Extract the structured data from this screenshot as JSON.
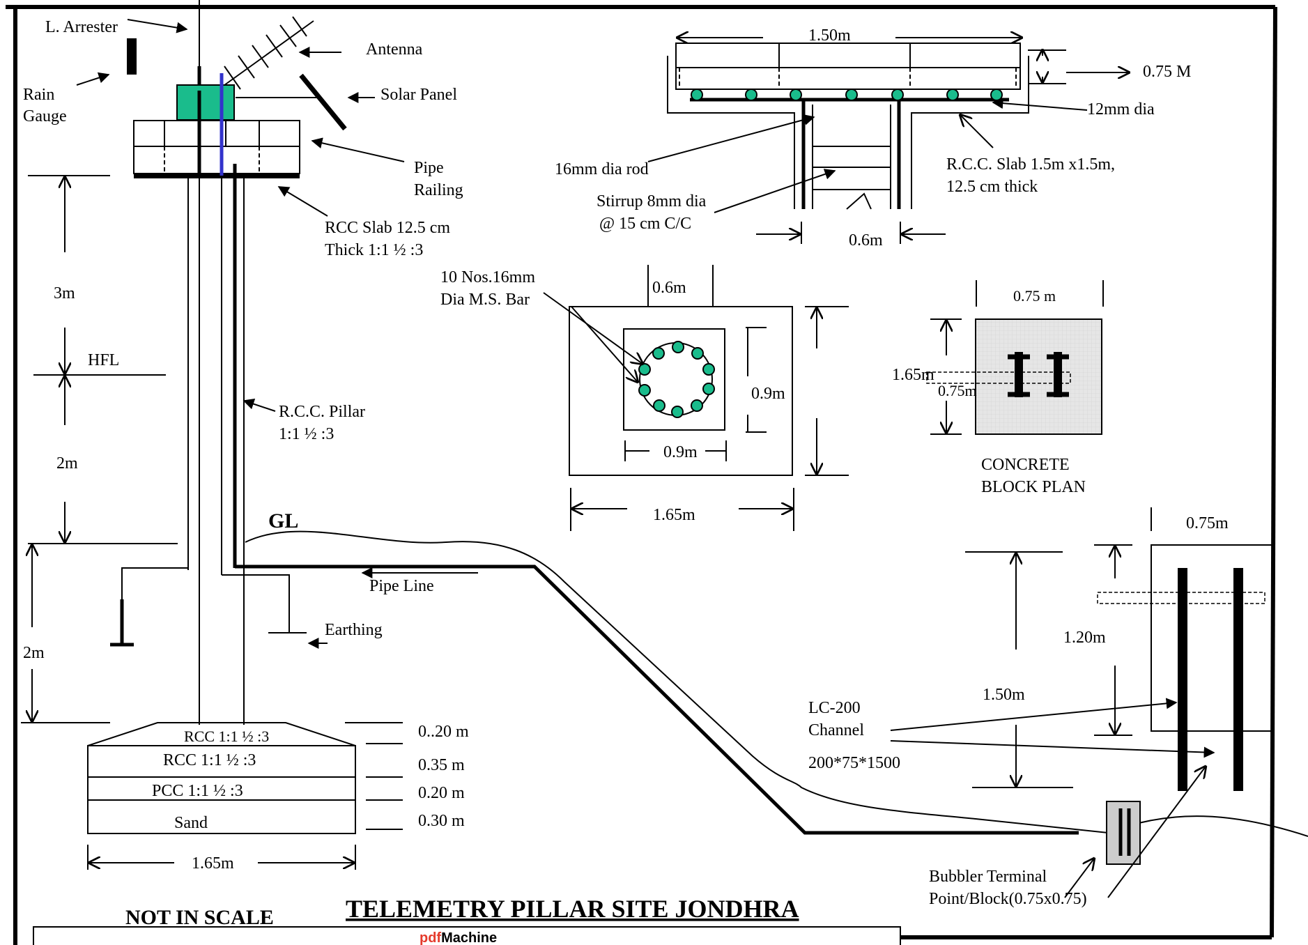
{
  "labels": {
    "l_arrester": "L. Arrester",
    "antenna": "Antenna",
    "rain": "Rain",
    "gauge": "Gauge",
    "solar_panel": "Solar Panel",
    "pipe": "Pipe",
    "railing": "Railing",
    "rcc_slab_1": "RCC Slab 12.5 cm",
    "rcc_slab_2": "Thick 1:1 ½ :3",
    "dim_3m": "3m",
    "hfl": "HFL",
    "dim_2m_a": "2m",
    "dim_2m_b": "2m",
    "pillar_1": "R.C.C. Pillar",
    "pillar_2": "1:1 ½ :3",
    "gl": "GL",
    "pipe_line": "Pipe Line",
    "earthing": "Earthing",
    "layer_rcc_top": "RCC 1:1 ½ :3",
    "layer_rcc": "RCC 1:1 ½ :3",
    "layer_pcc": "PCC 1:1 ½ :3",
    "layer_sand": "Sand",
    "t_020a": "0..20 m",
    "t_035": "0.35 m",
    "t_020b": "0.20 m",
    "t_030": "0.30 m",
    "found_width": "1.65m",
    "not_in_scale": "NOT IN SCALE",
    "title": "TELEMETRY PILLAR SITE JONDHRA",
    "slab_150": "1.50m",
    "slab_075": "0.75 M",
    "slab_12mm": "12mm dia",
    "slab_16mm": "16mm dia rod",
    "slab_rcc_1": "R.C.C. Slab 1.5m x1.5m,",
    "slab_rcc_2": "12.5 cm thick",
    "stirrup_1": "Stirrup 8mm dia",
    "stirrup_2": "@ 15 cm C/C",
    "slab_06": "0.6m",
    "bars_1": "10 Nos.16mm",
    "bars_2": "Dia  M.S. Bar",
    "plan_06": "0.6m",
    "plan_09v": "0.9m",
    "plan_09h": "0.9m",
    "plan_165": "1.65m",
    "cb_075": "0.75 m",
    "cb_165": "1.65m",
    "cb_075b": "0.75m",
    "cb_1": "CONCRETE",
    "cb_2": "BLOCK PLAN",
    "ch_075": "0.75m",
    "ch_120": "1.20m",
    "ch_150": "1.50m",
    "lc_1": "LC-200",
    "lc_2": "Channel",
    "lc_3": "200*75*1500",
    "bub_1": "Bubbler Terminal",
    "bub_2": "Point/Block(0.75x0.75)",
    "wm_a": "pdf",
    "wm_b": "Machine"
  },
  "colors": {
    "accent_green": "#1abc8c",
    "pipe_blue": "#3333cc",
    "block_grey": "#cccccc",
    "wm_red": "#e53b2c"
  }
}
